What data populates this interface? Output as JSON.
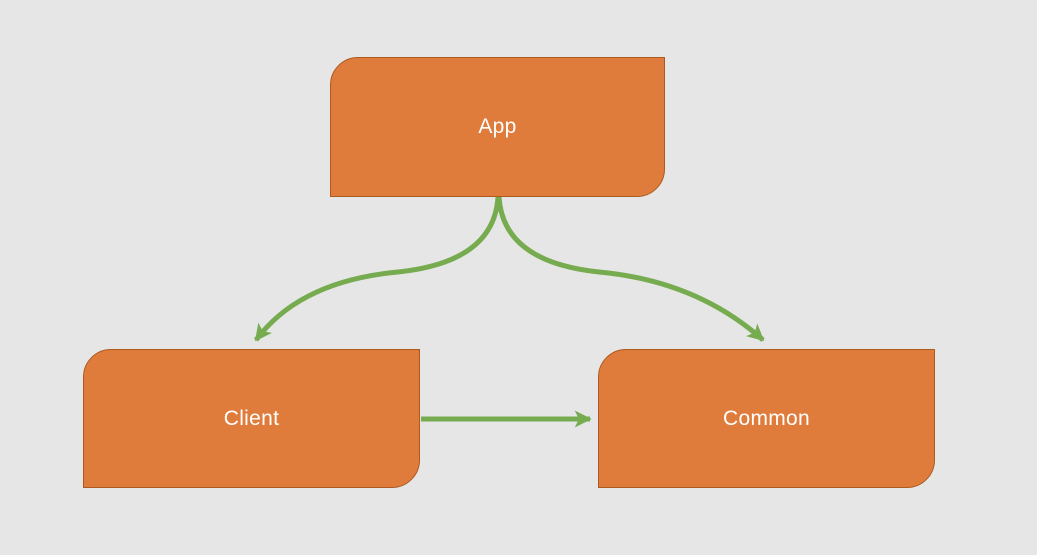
{
  "diagram": {
    "title": "module-dependency-diagram",
    "background_color": "#e6e6e6",
    "node_fill_color": "#e07c3b",
    "node_border_color": "#ad5a20",
    "node_text_color": "#ffffff",
    "arrow_color": "#76ab4f",
    "nodes": {
      "app": {
        "label": "App"
      },
      "client": {
        "label": "Client"
      },
      "common": {
        "label": "Common"
      }
    },
    "edges": [
      {
        "from": "App",
        "to": "Client",
        "style": "curved"
      },
      {
        "from": "App",
        "to": "Common",
        "style": "curved"
      },
      {
        "from": "Client",
        "to": "Common",
        "style": "straight"
      }
    ]
  }
}
